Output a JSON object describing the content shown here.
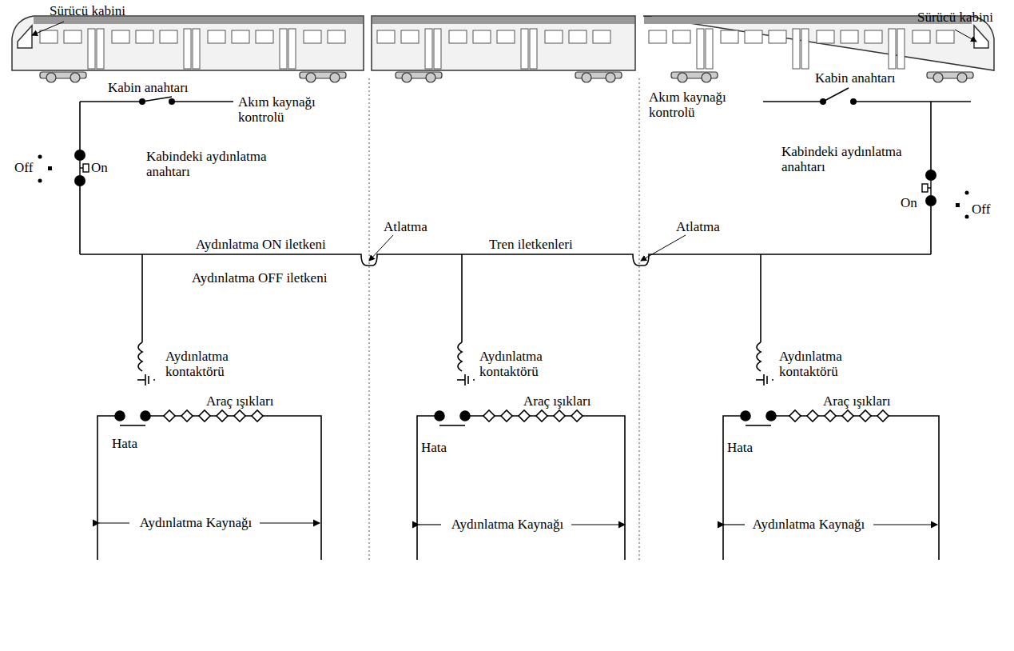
{
  "diagram": {
    "labels": [
      "Sürücü kabini",
      "Sürücü kabini",
      "Kabin anahtarı",
      "Akım kaynağı kontrolü",
      "Akım kaynağı kontrolü",
      "Kabin anahtarı",
      "Off",
      "On",
      "Kabindeki aydınlatma anahtarı",
      "Kabindeki aydınlatma anahtarı",
      "On",
      "Off",
      "Aydınlatma ON iletkeni",
      "Aydınlatma OFF iletkeni",
      "Atlatma",
      "Tren iletkenleri",
      "Atlatma",
      "Aydınlatma kontaktörü",
      "Araç ışıkları",
      "Hata",
      "Aydınlatma Kaynağı",
      "Aydınlatma kontaktörü",
      "Araç ışıkları",
      "Hata",
      "Aydınlatma Kaynağı",
      "Aydınlatma kontaktörü",
      "Araç ışıkları",
      "Hata",
      "Aydınlatma Kaynağı"
    ]
  }
}
